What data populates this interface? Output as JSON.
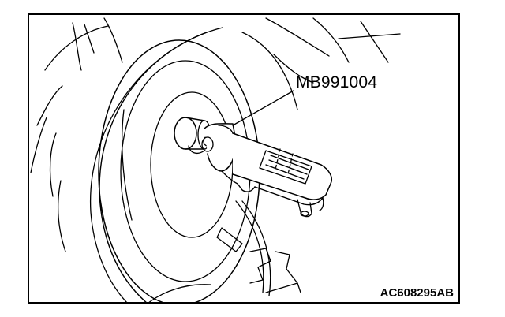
{
  "figure": {
    "tool_label": "MB991004",
    "figure_code": "AC608295AB"
  },
  "icons": [
    "wheel-hub-drawing",
    "special-tool-drawing"
  ],
  "colors": {
    "line": "#000000",
    "background": "#ffffff"
  }
}
